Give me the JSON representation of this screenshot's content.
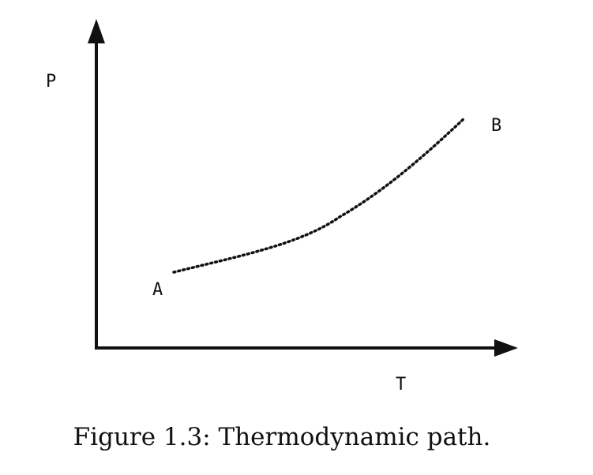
{
  "diagram": {
    "y_axis_label": "P",
    "x_axis_label": "T",
    "start_point_label": "A",
    "end_point_label": "B",
    "path_style": "dotted",
    "ink_color": "#111111"
  },
  "caption": {
    "text": "Figure 1.3: Thermodynamic path."
  }
}
